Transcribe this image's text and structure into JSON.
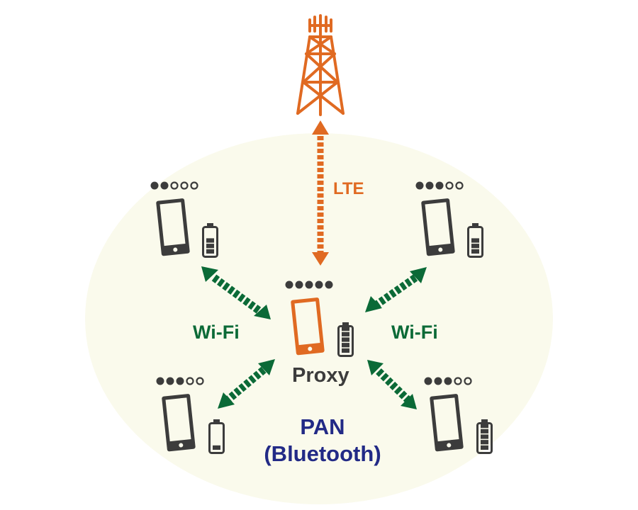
{
  "colors": {
    "background": "#ffffff",
    "pan_area": "#fafaec",
    "lte": "#e06a22",
    "wifi": "#0b6a37",
    "device": "#3c3c3c",
    "proxy_device": "#e06a22",
    "pan_text": "#222a86"
  },
  "tower": {
    "icon": "cell-tower-icon"
  },
  "links": {
    "lte_label": "LTE",
    "wifi_left_label": "Wi-Fi",
    "wifi_right_label": "Wi-Fi"
  },
  "proxy": {
    "label": "Proxy",
    "signal_bars": 5,
    "signal_max": 5,
    "battery_level": 5,
    "battery_max": 5
  },
  "devices": [
    {
      "name": "top-left",
      "signal_bars": 2,
      "signal_max": 5,
      "battery_level": 3,
      "battery_max": 5
    },
    {
      "name": "top-right",
      "signal_bars": 3,
      "signal_max": 5,
      "battery_level": 3,
      "battery_max": 5
    },
    {
      "name": "bottom-left",
      "signal_bars": 3,
      "signal_max": 5,
      "battery_level": 1,
      "battery_max": 5
    },
    {
      "name": "bottom-right",
      "signal_bars": 3,
      "signal_max": 5,
      "battery_level": 5,
      "battery_max": 5
    }
  ],
  "network": {
    "line1": "PAN",
    "line2": "(Bluetooth)"
  }
}
